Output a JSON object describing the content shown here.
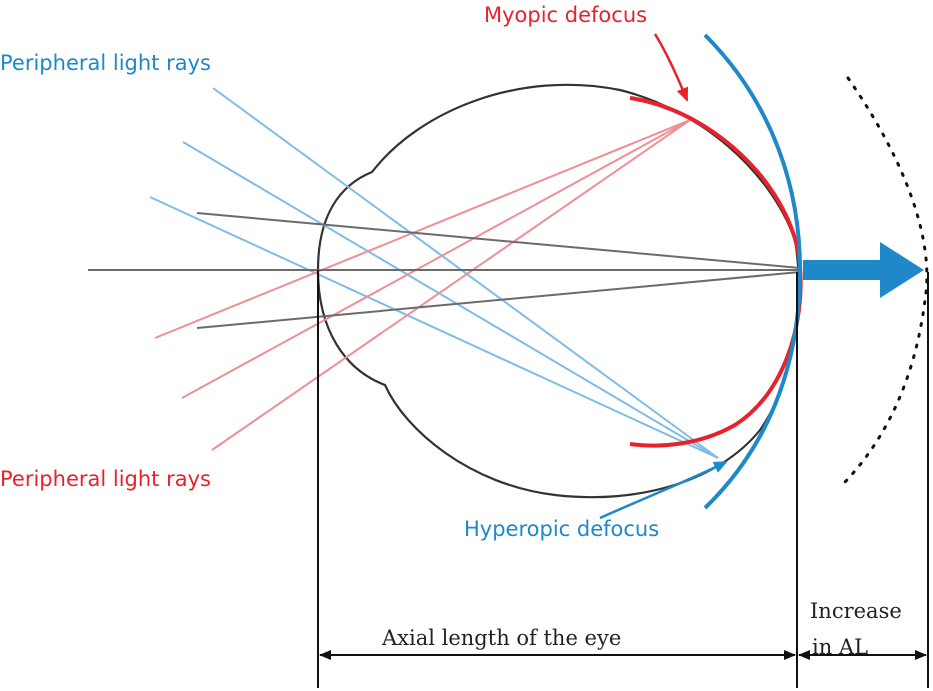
{
  "labels": {
    "myopic": "Myopic defocus",
    "peripheral_top": "Peripheral light rays",
    "peripheral_bottom": "Peripheral light rays",
    "hyperopic": "Hyperopic defocus",
    "axial_length": "Axial length of the eye",
    "increase_line1": "Increase",
    "increase_line2": "in AL"
  },
  "colors": {
    "blue": "#1e88c9",
    "light_blue": "#7fbde6",
    "red": "#e8222c",
    "light_red": "#ef8f95",
    "gray": "#6b6b6b",
    "outline": "#333333",
    "black": "#111111"
  }
}
